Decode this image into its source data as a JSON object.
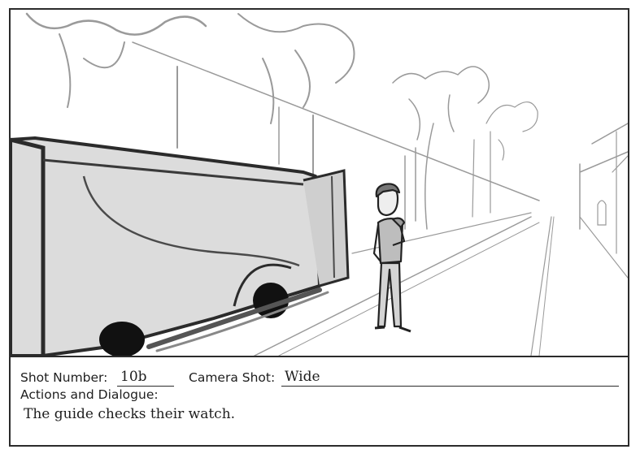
{
  "panel": {
    "shot_number_label": "Shot Number:",
    "shot_number_value": "10b",
    "camera_shot_label": "Camera Shot:",
    "camera_shot_value": "Wide",
    "actions_label": "Actions and Dialogue:",
    "actions_text": "The guide checks their watch."
  },
  "colors": {
    "ink": "#2b2b2b",
    "bus_fill": "#dcdcdc",
    "sketch_line": "#9a9a9a"
  }
}
